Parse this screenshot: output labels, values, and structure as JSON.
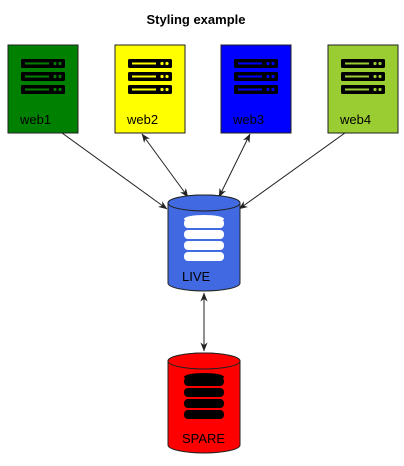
{
  "diagram": {
    "title": "Styling example",
    "servers": [
      {
        "id": "web1",
        "label": "web1",
        "color": "#008000",
        "label_color": "#000000"
      },
      {
        "id": "web2",
        "label": "web2",
        "color": "#ffff00",
        "label_color": "#000000"
      },
      {
        "id": "web3",
        "label": "web3",
        "color": "#0000ff",
        "label_color": "#000000"
      },
      {
        "id": "web4",
        "label": "web4",
        "color": "#9acd32",
        "label_color": "#000000"
      }
    ],
    "databases": [
      {
        "id": "live",
        "label": "LIVE",
        "color": "#4169e1",
        "icon_color": "#ffffff",
        "label_color": "#000000"
      },
      {
        "id": "spare",
        "label": "SPARE",
        "color": "#ff0000",
        "icon_color": "#000000",
        "label_color": "#000000"
      }
    ],
    "edges": [
      {
        "from": "web1",
        "to": "live",
        "style": "bidirectional"
      },
      {
        "from": "web2",
        "to": "live",
        "style": "bidirectional"
      },
      {
        "from": "web3",
        "to": "live",
        "style": "bidirectional"
      },
      {
        "from": "web4",
        "to": "live",
        "style": "bidirectional"
      },
      {
        "from": "live",
        "to": "spare",
        "style": "bidirectional"
      }
    ]
  }
}
